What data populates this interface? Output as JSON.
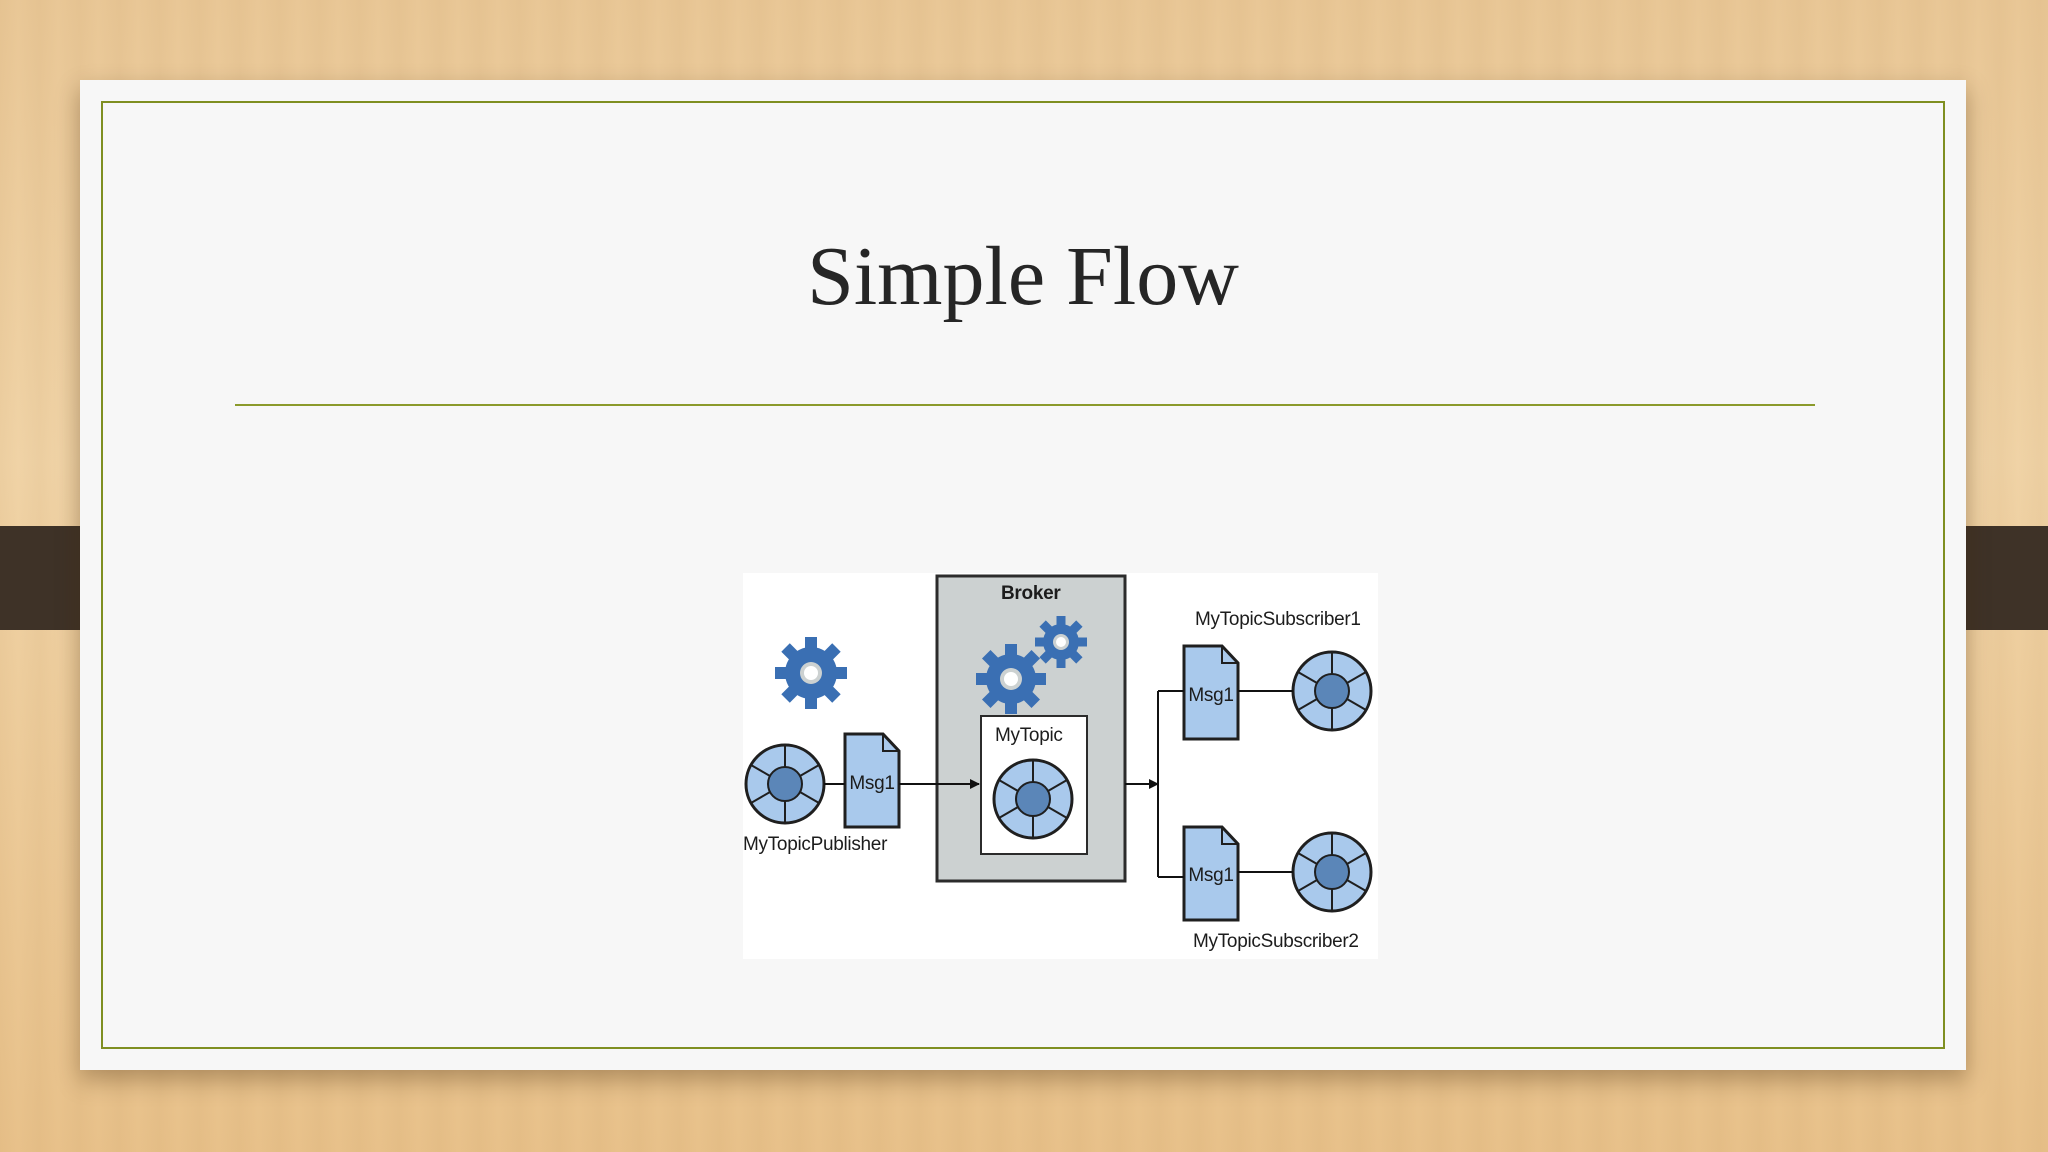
{
  "slide": {
    "title": "Simple Flow"
  },
  "diagram": {
    "broker_label": "Broker",
    "topic_label": "MyTopic",
    "publisher_label": "MyTopicPublisher",
    "subscriber1_label": "MyTopicSubscriber1",
    "subscriber2_label": "MyTopicSubscriber2",
    "message_labels": [
      "Msg1",
      "Msg1",
      "Msg1"
    ],
    "icons": [
      "endpoint-icon",
      "message-doc-icon",
      "gear-icon",
      "arrow-icon"
    ]
  },
  "colors": {
    "frame_accent": "#7f8f21",
    "broker_fill": "#ccd1d1",
    "node_blue": "#a9c9ec",
    "node_center": "#5b86b8",
    "gear_blue": "#3a6fb3",
    "tab_dark": "#3e3227"
  }
}
